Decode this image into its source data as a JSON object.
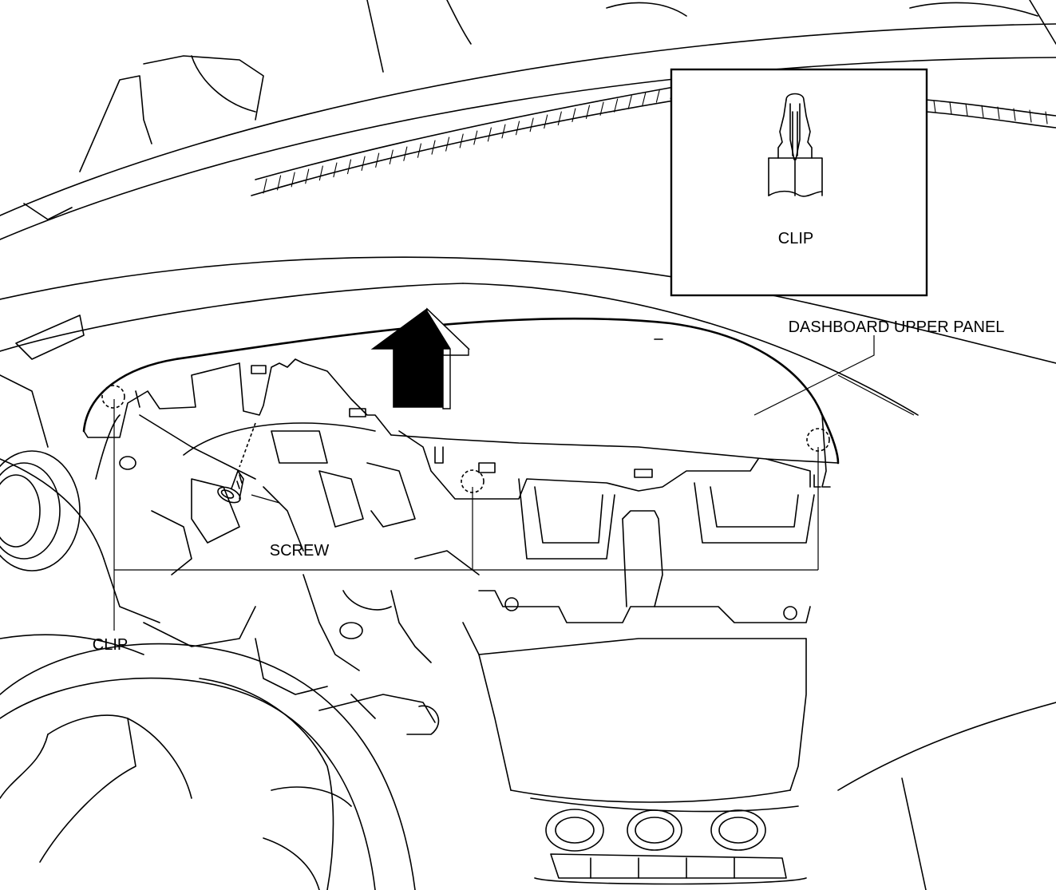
{
  "labels": {
    "clip_inset": "CLIP",
    "dashboard_upper_panel": "DASHBOARD UPPER PANEL",
    "screw": "SCREW",
    "clip_bottom": "CLIP"
  },
  "colors": {
    "line": "#000000",
    "background": "#ffffff"
  }
}
